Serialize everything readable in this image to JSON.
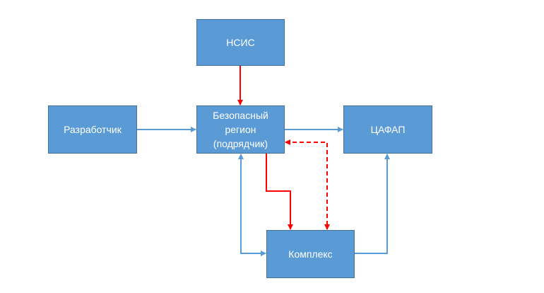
{
  "diagram": {
    "colors": {
      "node_fill": "#5B9BD5",
      "node_border": "#41719C",
      "node_text": "#FFFFFF",
      "flow_blue": "#5B9BD5",
      "flow_red": "#FF0000"
    },
    "nodes": {
      "nsis": "НСИС",
      "developer": "Разработчик",
      "region": "Безопасный\nрегион\n(подрядчик)",
      "cafap": "ЦАФАП",
      "complex": "Комплекс"
    },
    "edges": [
      {
        "from": "nsis",
        "to": "region",
        "style": "solid",
        "color": "red",
        "direction": "forward"
      },
      {
        "from": "developer",
        "to": "region",
        "style": "solid",
        "color": "blue",
        "direction": "forward"
      },
      {
        "from": "region",
        "to": "cafap",
        "style": "solid",
        "color": "blue",
        "direction": "forward"
      },
      {
        "from": "region",
        "to": "complex",
        "style": "solid",
        "color": "red",
        "direction": "forward"
      },
      {
        "from": "complex",
        "to": "region",
        "style": "dashed",
        "color": "red",
        "direction": "both"
      },
      {
        "from": "complex",
        "to": "region",
        "style": "solid",
        "color": "blue",
        "direction": "both"
      },
      {
        "from": "complex",
        "to": "cafap",
        "style": "solid",
        "color": "blue",
        "direction": "forward"
      }
    ]
  }
}
